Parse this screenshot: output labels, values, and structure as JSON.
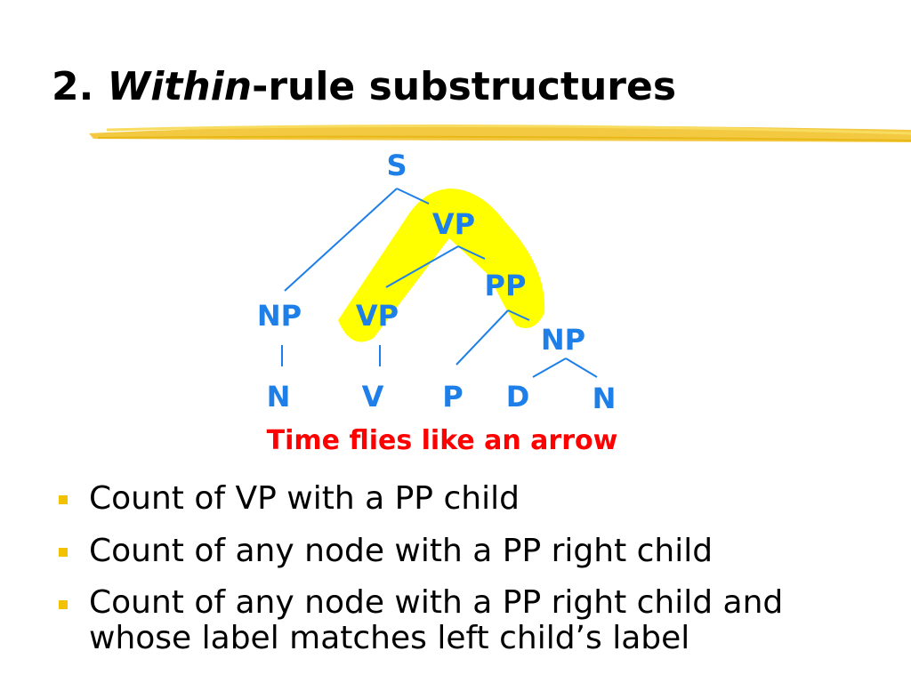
{
  "slide": {
    "title_prefix": "2.",
    "title_emphasis": "Within",
    "title_rest": "-rule substructures"
  },
  "tree": {
    "nodes": {
      "s": "S",
      "vp_top": "VP",
      "np_left": "NP",
      "vp_inner": "VP",
      "pp": "PP",
      "np_right": "NP",
      "n1": "N",
      "v": "V",
      "p": "P",
      "d": "D",
      "n2": "N"
    },
    "sentence": "Time flies like an arrow"
  },
  "bullets": [
    "Count of VP with a PP child",
    "Count of any node with a PP right child",
    "Count of any node with a PP right child and whose label matches left child’s label"
  ],
  "colors": {
    "node_text": "#1e7fe8",
    "edge": "#1e7fe8",
    "highlight": "#ffff00",
    "sentence": "#ff0000",
    "bullet_marker": "#f2c100",
    "title_underline": "#f0c020"
  }
}
